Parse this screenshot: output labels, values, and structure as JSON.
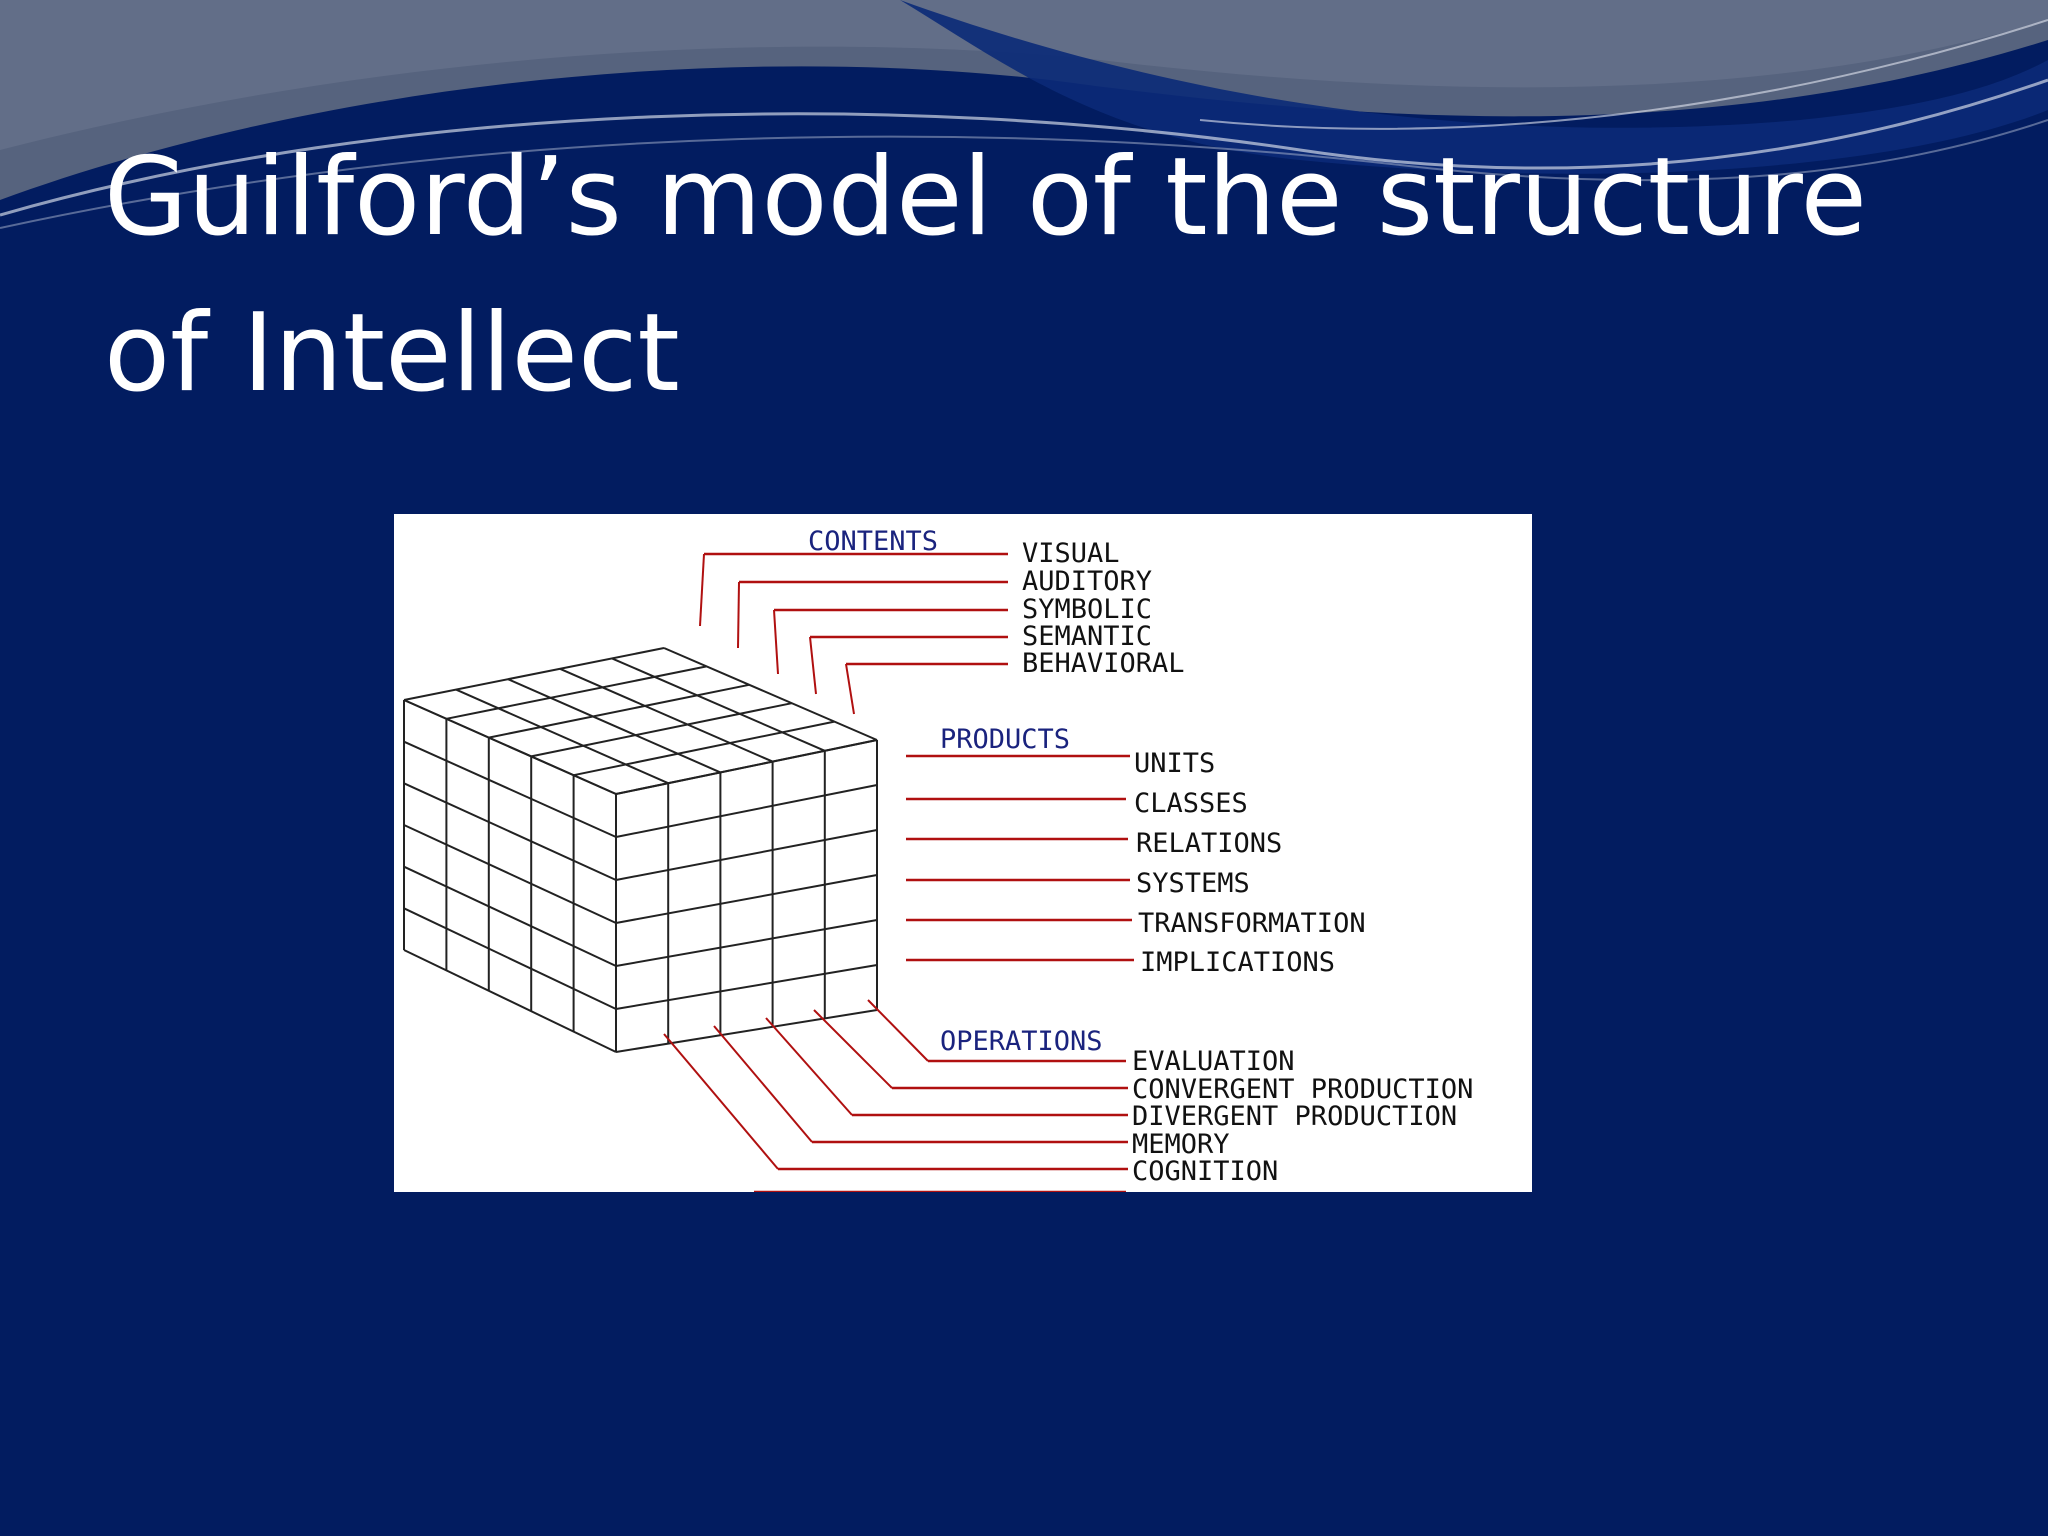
{
  "slide": {
    "title": "Guilford’s model of the structure of Intellect"
  },
  "colors": {
    "background": "#021c60",
    "leader_lines": "#b01010",
    "grid": "#222222",
    "heading_text": "#1a237e"
  },
  "diagram": {
    "contents": {
      "heading": "CONTENTS",
      "items": [
        "VISUAL",
        "AUDITORY",
        "SYMBOLIC",
        "SEMANTIC",
        "BEHAVIORAL"
      ]
    },
    "products": {
      "heading": "PRODUCTS",
      "items": [
        "UNITS",
        "CLASSES",
        "RELATIONS",
        "SYSTEMS",
        "TRANSFORMATION",
        "IMPLICATIONS"
      ]
    },
    "operations": {
      "heading": "OPERATIONS",
      "items": [
        "EVALUATION",
        "CONVERGENT PRODUCTION",
        "DIVERGENT PRODUCTION",
        "MEMORY",
        "COGNITION"
      ]
    }
  }
}
